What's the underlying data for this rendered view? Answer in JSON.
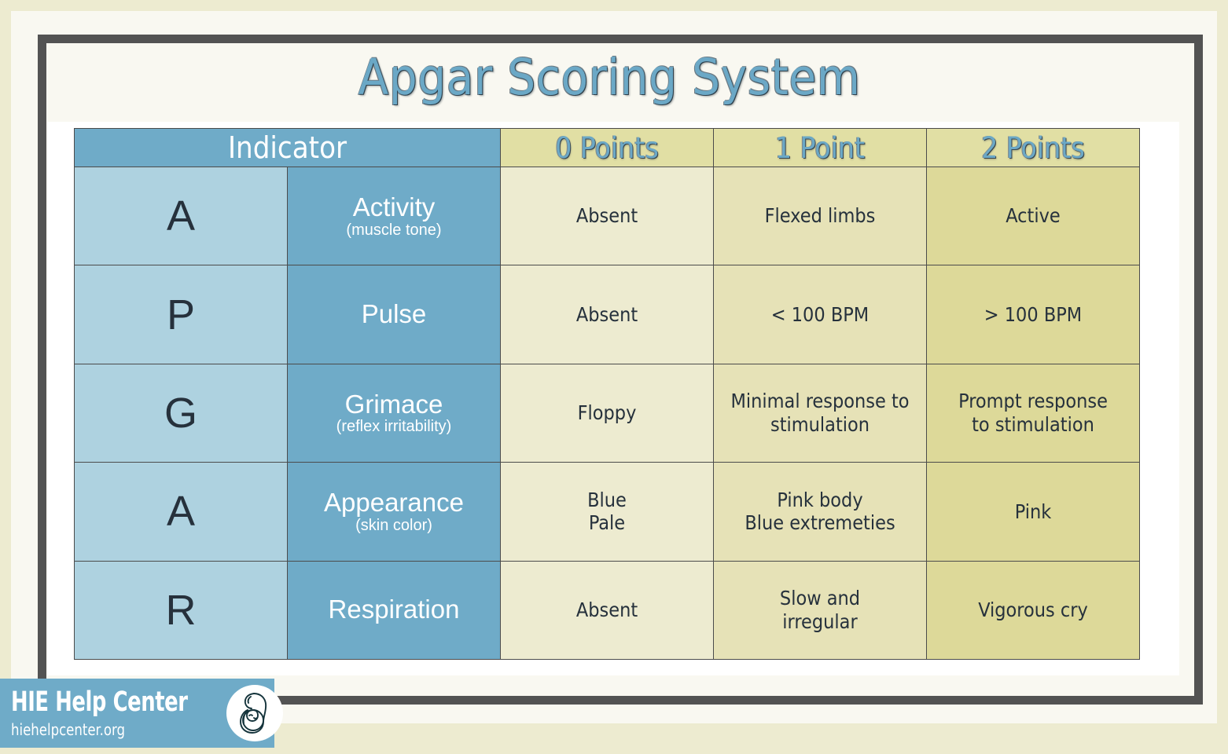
{
  "title": "Apgar Scoring System",
  "table": {
    "headers": {
      "indicator": "Indicator",
      "points": [
        "0 Points",
        "1 Point",
        "2 Points"
      ]
    },
    "rows": [
      {
        "letter": "A",
        "name": "Activity",
        "sub": "(muscle tone)",
        "values": [
          "Absent",
          "Flexed limbs",
          "Active"
        ]
      },
      {
        "letter": "P",
        "name": "Pulse",
        "sub": "",
        "values": [
          "Absent",
          "< 100 BPM",
          "> 100 BPM"
        ]
      },
      {
        "letter": "G",
        "name": "Grimace",
        "sub": "(reflex irritability)",
        "values": [
          "Floppy",
          "Minimal response to\nstimulation",
          "Prompt response\nto stimulation"
        ]
      },
      {
        "letter": "A",
        "name": "Appearance",
        "sub": "(skin color)",
        "values": [
          "Blue\nPale",
          "Pink body\nBlue extremeties",
          "Pink"
        ]
      },
      {
        "letter": "R",
        "name": "Respiration",
        "sub": "",
        "values": [
          "Absent",
          "Slow and\nirregular",
          "Vigorous cry"
        ]
      }
    ]
  },
  "logo": {
    "name": "HIE Help Center",
    "url": "hiehelpcenter.org",
    "mark": "mother-and-baby-icon"
  },
  "colors": {
    "page_background": "#edebd0",
    "panel": "#f9f8f1",
    "frame": "#535353",
    "title_text": "#6ba8c6",
    "header_indicator_bg": "#6fabc8",
    "header_points_bg": "#e1dfa4",
    "letter_cell_bg": "#aed2e0",
    "indicator_cell_bg": "#6fabc8",
    "col0_bg": "#edebd0",
    "col1_bg": "#e6e2b7",
    "col2_bg": "#ddd999",
    "body_text": "#26313c",
    "logo_bg": "#6fabc8"
  }
}
